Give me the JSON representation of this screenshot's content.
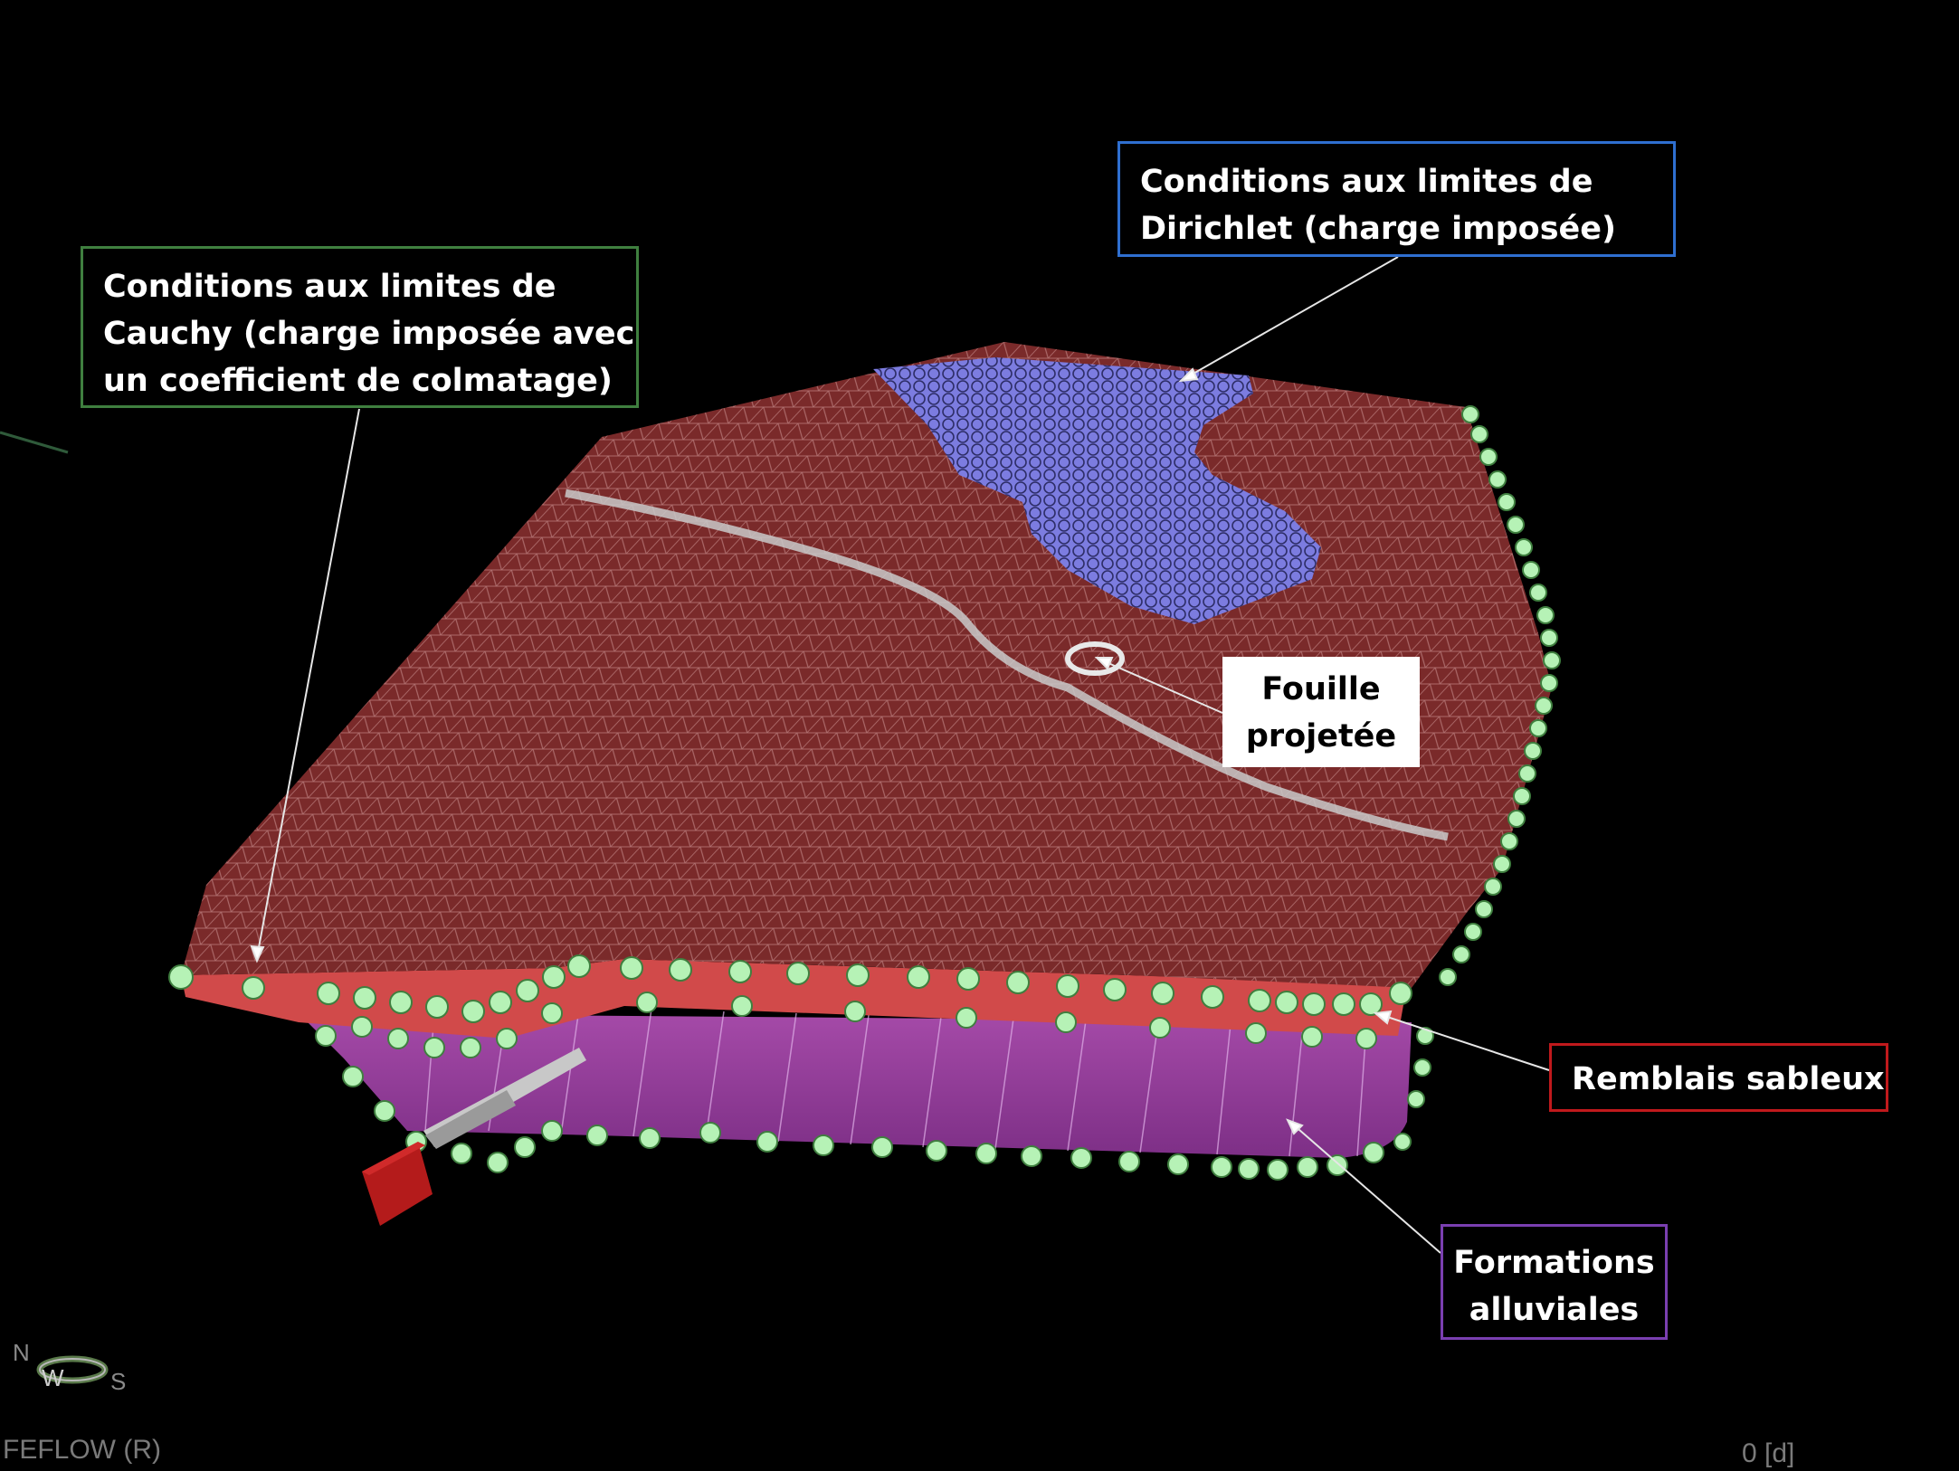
{
  "callouts": {
    "cauchy": {
      "lines": [
        "Conditions aux limites de",
        "Cauchy (charge imposée avec",
        "un coefficient de colmatage)"
      ],
      "border_color": "#3f7f3f"
    },
    "dirichlet": {
      "lines": [
        "Conditions aux limites de",
        "Dirichlet (charge imposée)"
      ],
      "border_color": "#2f6fd0"
    },
    "fouille": {
      "lines": [
        "Fouille",
        "projetée"
      ]
    },
    "remblais": {
      "lines": [
        "Remblais sableux"
      ],
      "border_color": "#c0191c"
    },
    "formations": {
      "lines": [
        "Formations",
        "alluviales"
      ],
      "border_color": "#7a3fb0"
    }
  },
  "viewer": {
    "brand": "FEFLOW (R)",
    "time_readout": "0 [d]",
    "compass": {
      "n": "N",
      "w": "W",
      "s": "S"
    }
  },
  "colors": {
    "background": "#000000",
    "top_surface": "#7a2a2a",
    "mesh_lines": "#d8a0a0",
    "dirichlet_zone": "#7878e0",
    "remblais_layer": "#d04848",
    "alluvial_layer": "#9a3fa0",
    "boundary_nodes": "#a8f0a8"
  }
}
